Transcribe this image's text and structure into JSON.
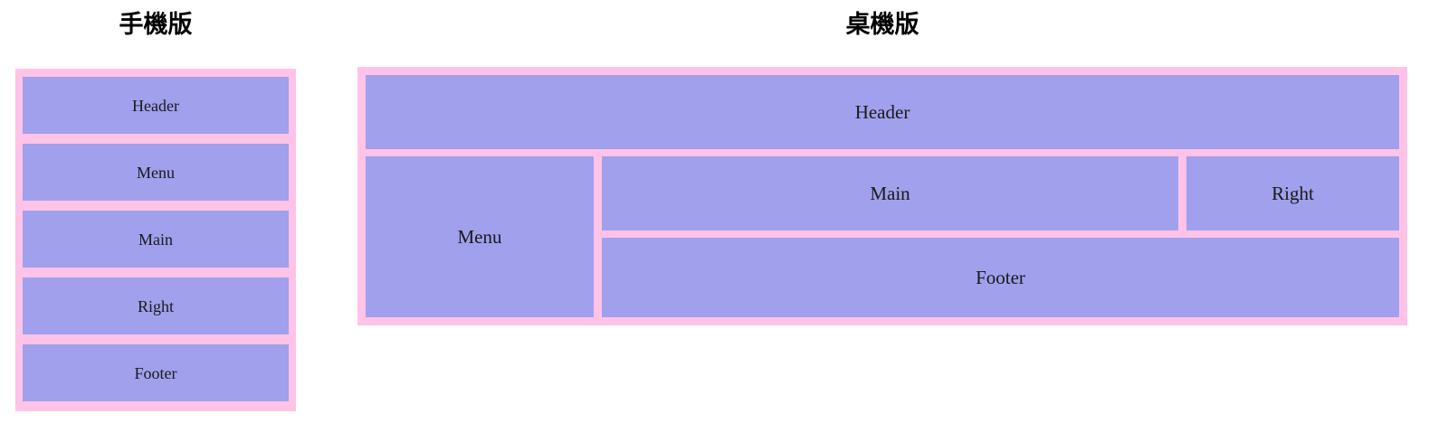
{
  "page": {
    "background_color": "#ffffff",
    "frame_color": "#ffc3e8",
    "cell_color": "#a0a0ec",
    "text_color": "#1a1a1a"
  },
  "mobile": {
    "title": "手機版",
    "regions": [
      {
        "name": "header",
        "label": "Header"
      },
      {
        "name": "menu",
        "label": "Menu"
      },
      {
        "name": "main",
        "label": "Main"
      },
      {
        "name": "right",
        "label": "Right"
      },
      {
        "name": "footer",
        "label": "Footer"
      }
    ]
  },
  "desktop": {
    "title": "桌機版",
    "regions": [
      {
        "name": "header",
        "label": "Header"
      },
      {
        "name": "menu",
        "label": "Menu"
      },
      {
        "name": "main",
        "label": "Main"
      },
      {
        "name": "right",
        "label": "Right"
      },
      {
        "name": "footer",
        "label": "Footer"
      }
    ]
  }
}
